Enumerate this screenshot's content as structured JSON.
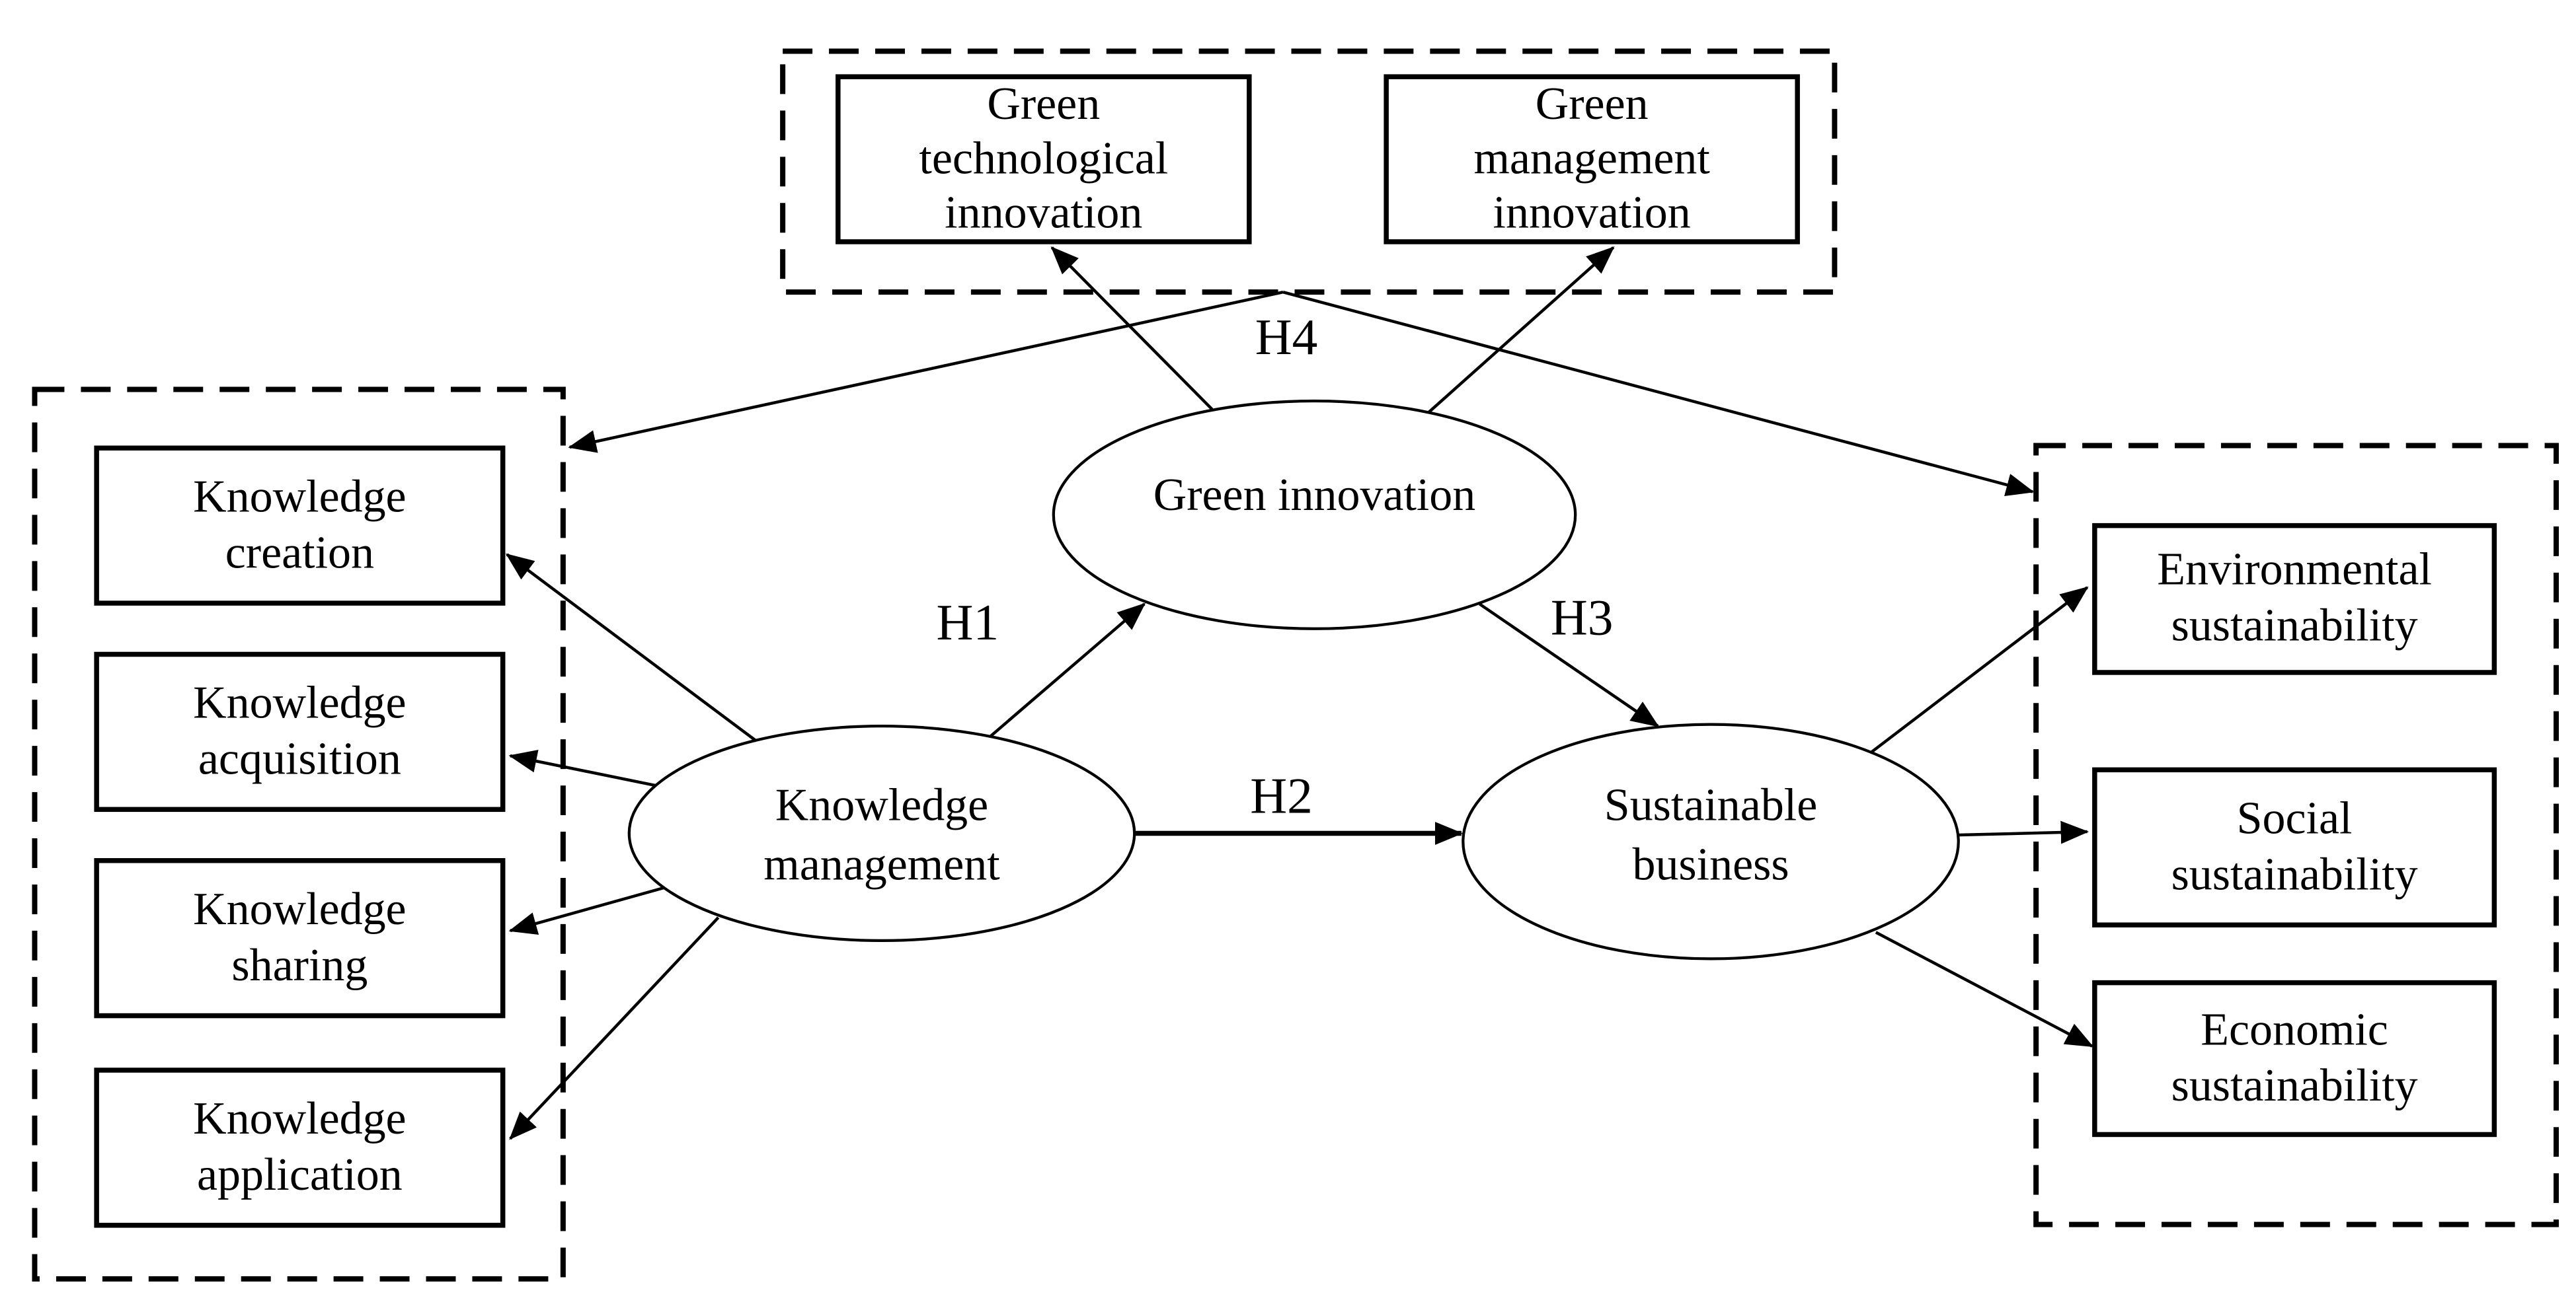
{
  "figure": {
    "background_color": "#ffffff",
    "line_color": "#000000",
    "text_color": "#000000"
  },
  "constructs": {
    "knowledge_management": "Knowledge\nmanagement",
    "green_innovation": "Green innovation",
    "sustainable_business": "Sustainable\nbusiness"
  },
  "dimension_groups": {
    "knowledge_management": [
      "Knowledge\ncreation",
      "Knowledge\nacquisition",
      "Knowledge\nsharing",
      "Knowledge\napplication"
    ],
    "green_innovation": [
      "Green\ntechnological\ninnovation",
      "Green\nmanagement\ninnovation"
    ],
    "sustainable_business": [
      "Environmental\nsustainability",
      "Social\nsustainability",
      "Economic\nsustainability"
    ]
  },
  "hypotheses": [
    {
      "id": "H1",
      "from": "Knowledge management",
      "to": "Green innovation"
    },
    {
      "id": "H2",
      "from": "Knowledge management",
      "to": "Sustainable business"
    },
    {
      "id": "H3",
      "from": "Green innovation",
      "to": "Sustainable business"
    },
    {
      "id": "H4",
      "from": "Green innovation dimensions",
      "to": "Knowledge management dimensions and sustainability dimensions"
    }
  ]
}
